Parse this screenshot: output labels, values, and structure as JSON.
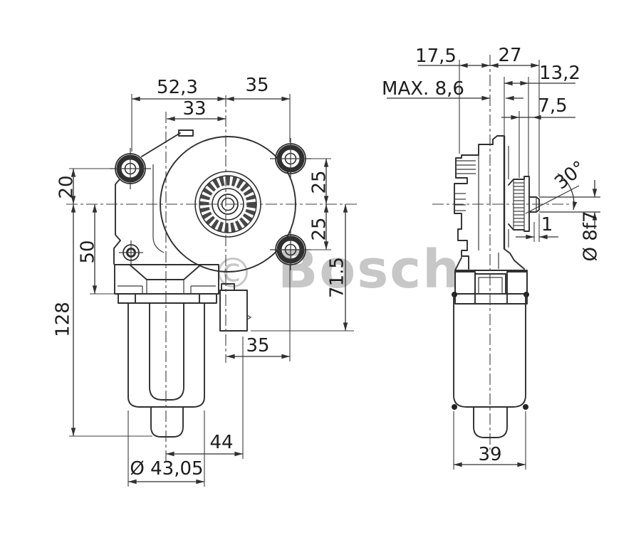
{
  "drawing": {
    "type": "technical-dimension-drawing",
    "subject": "Bosch window-lift gear motor, two orthographic views",
    "watermark": {
      "symbol": "©",
      "brand": "Bosch"
    },
    "colors": {
      "background": "#ffffff",
      "line": "#2f2f2f",
      "dimension": "#303030",
      "watermark": "#c7c7c7"
    },
    "front_view": {
      "dims": {
        "span_52_3": "52,3",
        "span_35": "35",
        "offset_33": "33",
        "offset_20": "20",
        "height_50": "50",
        "length_128": "128",
        "spacing_25_upper": "25",
        "spacing_25_lower": "25",
        "depth_71_5": "71.5",
        "offset_35_connector": "35",
        "width_44": "44",
        "dia_43_05": "Ø 43,05"
      }
    },
    "side_view": {
      "dims": {
        "depth_17_5": "17,5",
        "depth_27": "27",
        "depth_13_2": "13,2",
        "max_8_6": "MAX. 8,6",
        "depth_7_5": "7,5",
        "angle_30": "30°",
        "chamfer_1": "1",
        "dia_8f7": "Ø 8f7",
        "dia_39": "39"
      }
    }
  }
}
